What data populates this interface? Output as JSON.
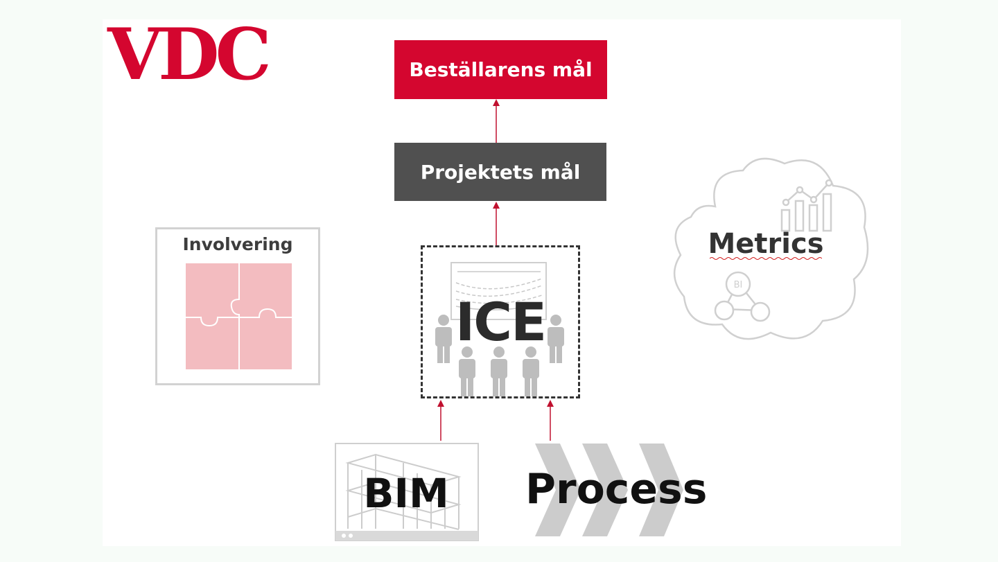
{
  "logo": {
    "text": "VDC"
  },
  "boxes": {
    "client_goal": "Beställarens mål",
    "project_goal": "Projektets mål",
    "involvement": "Involvering",
    "ice": "ICE",
    "metrics": "Metrics",
    "bim": "BIM",
    "process": "Process"
  },
  "metrics_icon": {
    "badge": "BI"
  },
  "colors": {
    "accent_red": "#d4062f",
    "project_goal_gray": "#505050",
    "puzzle_pink": "#f3bcc0",
    "icon_gray": "#c8c8c8"
  }
}
